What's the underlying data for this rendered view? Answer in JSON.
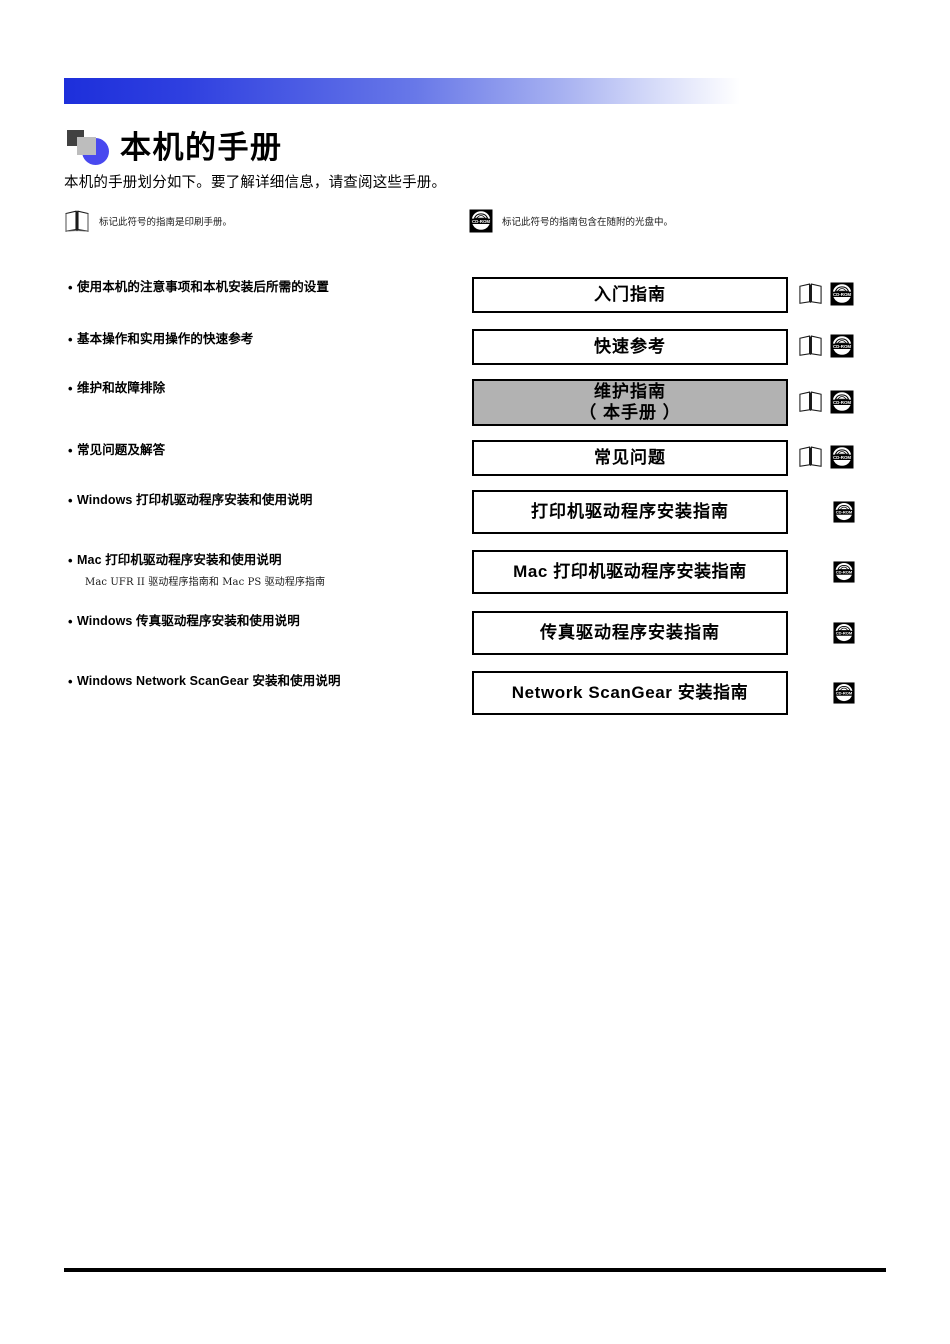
{
  "document": {
    "title": "本机的手册",
    "intro": "本机的手册划分如下。要了解详细信息，请查阅这些手册。"
  },
  "legend": [
    {
      "icon": "book-icon",
      "text": "标记此符号的指南是印刷手册。"
    },
    {
      "icon": "cdrom-icon",
      "text": "标记此符号的指南包含在随附的光盘中。"
    }
  ],
  "rows": [
    {
      "bullet": "使用本机的注意事项和本机安装后所需的设置",
      "sub": "",
      "box_label": "入门指南",
      "highlighted": false,
      "icons": [
        "book-icon",
        "cdrom-icon"
      ]
    },
    {
      "bullet": "基本操作和实用操作的快速参考",
      "sub": "",
      "box_label": "快速参考",
      "highlighted": false,
      "icons": [
        "book-icon",
        "cdrom-icon"
      ]
    },
    {
      "bullet": "维护和故障排除",
      "sub": "",
      "box_label": "维护指南\n（ 本手册 ）",
      "highlighted": true,
      "icons": [
        "book-icon",
        "cdrom-icon"
      ]
    },
    {
      "bullet": "常见问题及解答",
      "sub": "",
      "box_label": "常见问题",
      "highlighted": false,
      "icons": [
        "book-icon",
        "cdrom-icon"
      ]
    },
    {
      "bullet": "Windows 打印机驱动程序安装和使用说明",
      "sub": "",
      "box_label": "打印机驱动程序安装指南",
      "highlighted": false,
      "icons": [
        "cdrom-icon"
      ]
    },
    {
      "bullet": "Mac 打印机驱动程序安装和使用说明",
      "sub": "Mac UFR II 驱动程序指南和 Mac PS 驱动程序指南",
      "box_label": "Mac 打印机驱动程序安装指南",
      "highlighted": false,
      "icons": [
        "cdrom-icon"
      ]
    },
    {
      "bullet": "Windows 传真驱动程序安装和使用说明",
      "sub": "",
      "box_label": "传真驱动程序安装指南",
      "highlighted": false,
      "icons": [
        "cdrom-icon"
      ]
    },
    {
      "bullet": "Windows Network ScanGear 安装和使用说明",
      "sub": "",
      "box_label": "Network ScanGear 安装指南",
      "highlighted": false,
      "icons": [
        "cdrom-icon"
      ]
    }
  ],
  "cdrom_icon_text": "CD-ROM",
  "colors": {
    "header_gradient_start": "#1d2fdb",
    "header_gradient_end": "#ffffff",
    "logo_circle": "#4949ef",
    "logo_square_dark": "#414141",
    "logo_square_light": "#bdbdbd",
    "highlight_fill": "#b2b2b2",
    "rule": "#000000"
  }
}
